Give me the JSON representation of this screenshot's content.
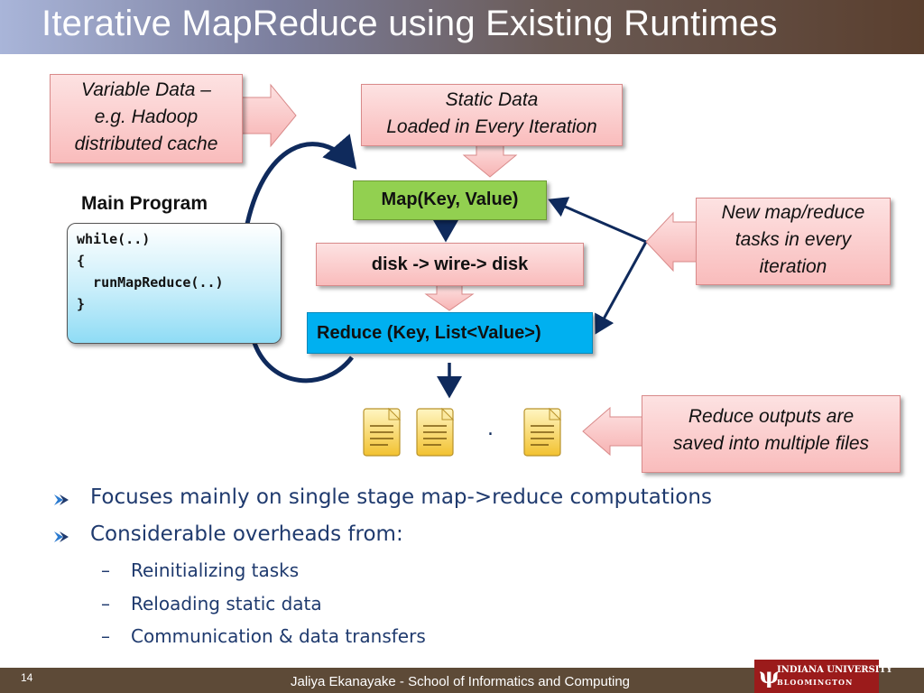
{
  "slide": {
    "title": "Iterative MapReduce using Existing Runtimes",
    "page_number": "14",
    "footer": "Jaliya Ekanayake - School of Informatics and Computing",
    "logo": {
      "line1": "INDIANA UNIVERSITY",
      "line2": "BLOOMINGTON"
    }
  },
  "callouts": {
    "variable_data": [
      "Variable Data –",
      "e.g. Hadoop",
      "distributed cache"
    ],
    "static_data": [
      "Static Data",
      "Loaded in Every Iteration"
    ],
    "new_tasks": [
      "New map/reduce",
      "tasks in every",
      "iteration"
    ],
    "reduce_outputs": [
      "Reduce outputs are",
      "saved into multiple files"
    ]
  },
  "flow": {
    "map": "Map(Key, Value)",
    "disk": "disk -> wire-> disk",
    "reduce": "Reduce (Key, List<Value>)"
  },
  "main_program": {
    "label": "Main Program",
    "code": [
      "while(..)",
      "{",
      "  runMapReduce(..)",
      "}"
    ]
  },
  "output_files": {
    "ellipsis": "."
  },
  "bullets": [
    "Focuses mainly on single stage map->reduce computations",
    "Considerable overheads from:"
  ],
  "sub_bullets": [
    "Reinitializing tasks",
    "Reloading static data",
    "Communication & data transfers"
  ],
  "colors": {
    "callout_pink": "#f9bcbc",
    "map_green": "#92d050",
    "reduce_blue": "#00b0f0",
    "arrow_navy": "#0f2a5c",
    "bullet_text": "#1f3a6e",
    "footer_brown": "#5d4a37",
    "iu_crimson": "#9b1b1b"
  }
}
